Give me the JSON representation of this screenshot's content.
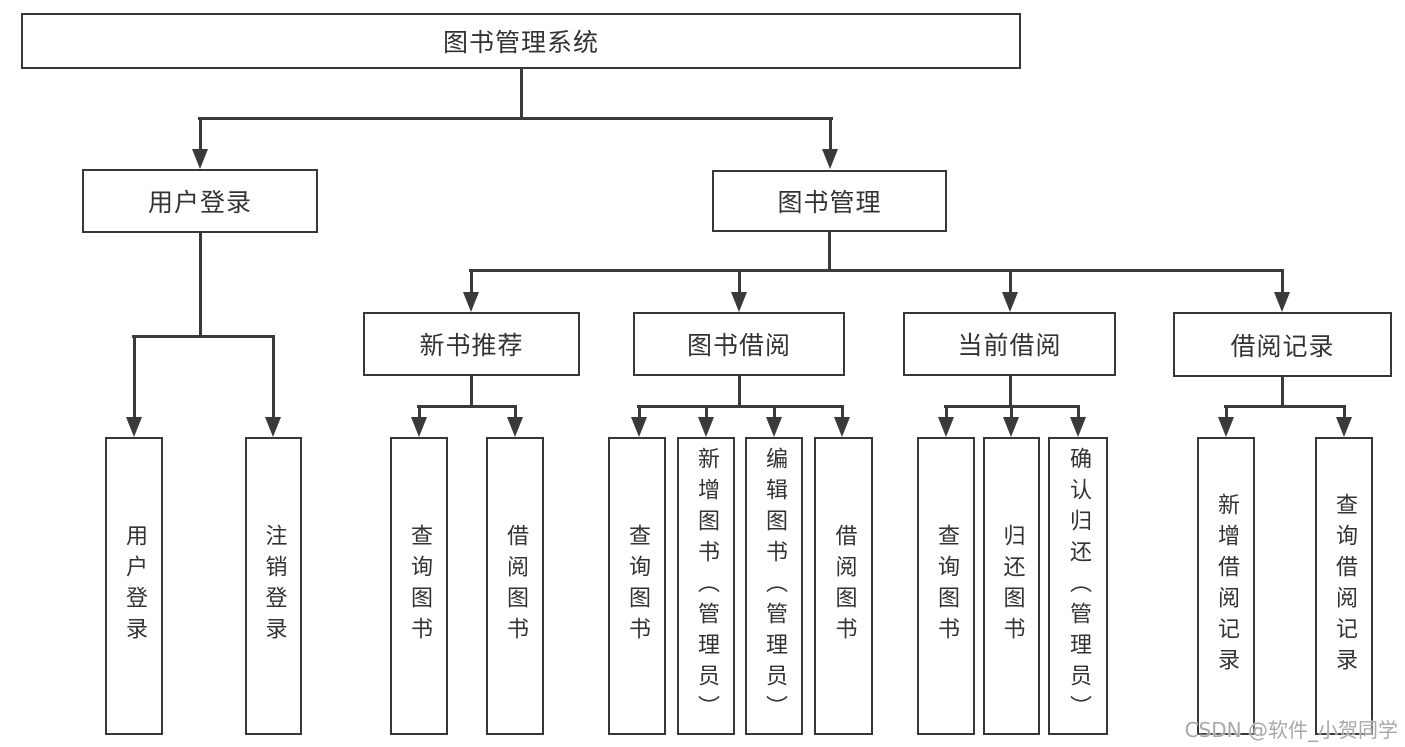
{
  "tree": {
    "root": {
      "label": "图书管理系统"
    },
    "branches": [
      {
        "label": "用户登录",
        "children": [
          {
            "label": "用户登录"
          },
          {
            "label": "注销登录"
          }
        ]
      },
      {
        "label": "图书管理",
        "children": [
          {
            "label": "新书推荐",
            "children": [
              {
                "label": "查询图书"
              },
              {
                "label": "借阅图书"
              }
            ]
          },
          {
            "label": "图书借阅",
            "children": [
              {
                "label": "查询图书"
              },
              {
                "label": "新增图书（管理员）"
              },
              {
                "label": "编辑图书（管理员）"
              },
              {
                "label": "借阅图书"
              }
            ]
          },
          {
            "label": "当前借阅",
            "children": [
              {
                "label": "查询图书"
              },
              {
                "label": "归还图书"
              },
              {
                "label": "确认归还（管理员）"
              }
            ]
          },
          {
            "label": "借阅记录",
            "children": [
              {
                "label": "新增借阅记录"
              },
              {
                "label": "查询借阅记录"
              }
            ]
          }
        ]
      }
    ]
  },
  "watermark": {
    "text": "CSDN @软件_小贺同学"
  },
  "colors": {
    "line": "#3a3a3a",
    "border": "#373737",
    "text": "#333333",
    "watermark": "#a8a8a8",
    "background": "#ffffff"
  }
}
